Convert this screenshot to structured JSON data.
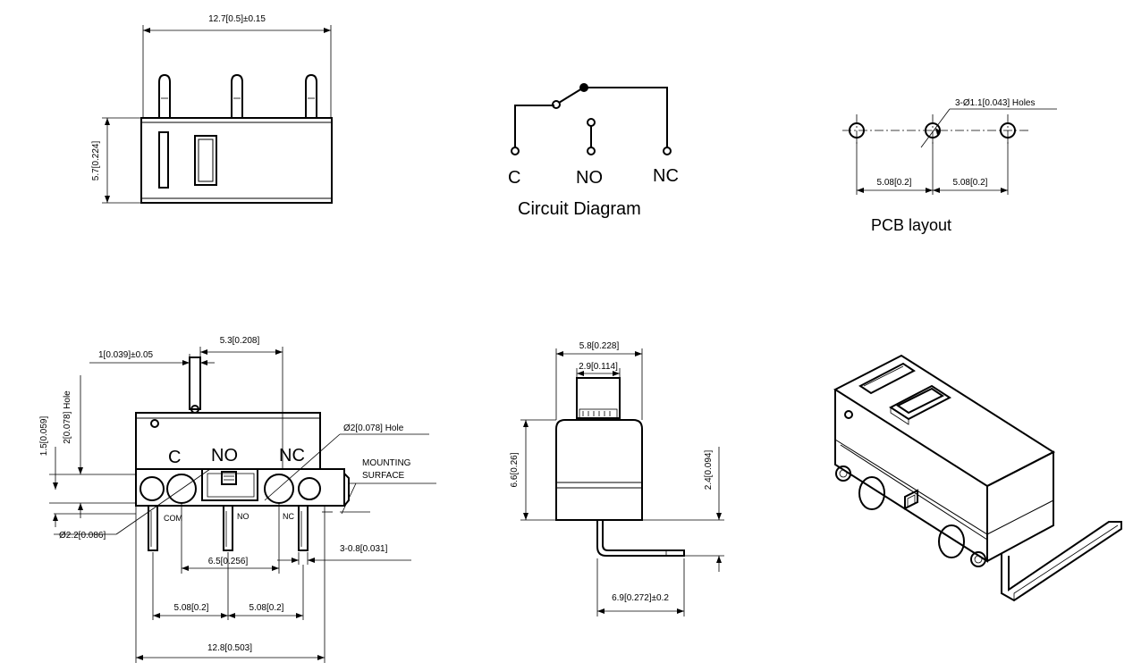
{
  "top_view": {
    "width_dim": "12.7[0.5]±0.15",
    "height_dim": "5.7[0.224]"
  },
  "circuit": {
    "label_c": "C",
    "label_no": "NO",
    "label_nc": "NC",
    "title": "Circuit  Diagram"
  },
  "pcb": {
    "holes_note": "3-Ø1.1[0.043] Holes",
    "pitch_left": "5.08[0.2]",
    "pitch_right": "5.08[0.2]",
    "title": "PCB  layout"
  },
  "front_view": {
    "dim_lever_offset": "1[0.039]±0.05",
    "dim_lever_pos": "5.3[0.208]",
    "dim_hole_v": "2[0.078] Hole",
    "dim_pin_top": "1.5[0.059]",
    "dim_hole_right": "Ø2[0.078] Hole",
    "mounting_line1": "MOUNTING",
    "mounting_line2": "SURFACE",
    "label_c": "C",
    "label_no": "NO",
    "label_nc": "NC",
    "pin_com": "COM",
    "pin_no": "NO",
    "pin_nc": "NC",
    "dim_hole_left": "Ø2.2[0.086]",
    "dim_pin_width": "3-0.8[0.031]",
    "dim_center": "6.5[0.256]",
    "dim_pitch_left": "5.08[0.2]",
    "dim_pitch_right": "5.08[0.2]",
    "dim_total": "12.8[0.503]"
  },
  "side_view": {
    "dim_width": "5.8[0.228]",
    "dim_button": "2.9[0.114]",
    "dim_height": "6.6[0.26]",
    "dim_lever_drop": "2.4[0.094]",
    "dim_lever_len": "6.9[0.272]±0.2"
  }
}
